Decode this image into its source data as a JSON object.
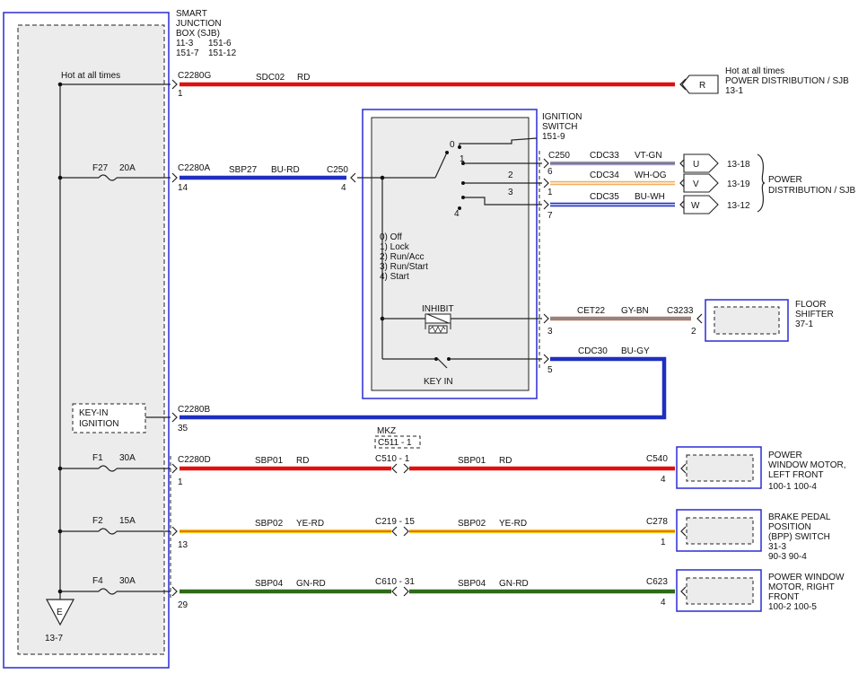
{
  "sjb": {
    "title_lines": [
      "SMART",
      "JUNCTION",
      "BOX (SJB)"
    ],
    "refs": [
      "11-3",
      "151-6",
      "151-7",
      "151-12"
    ],
    "hot_label": "Hot at all times",
    "ground_letter": "E",
    "ground_ref": "13-7"
  },
  "top_circuit": {
    "connector": "C2280G",
    "pin": "1",
    "circuit": "SDC02",
    "color_code": "RD",
    "dest_letter": "R",
    "dest_lines": [
      "Hot at all times",
      "POWER DISTRIBUTION / SJB",
      "13-1"
    ]
  },
  "fuses": [
    {
      "name": "F27",
      "amps": "20A"
    },
    {
      "name": "F1",
      "amps": "30A"
    },
    {
      "name": "F2",
      "amps": "15A"
    },
    {
      "name": "F4",
      "amps": "30A"
    }
  ],
  "ign_feed": {
    "connector": "C2280A",
    "pin": "14",
    "circuit": "SBP27",
    "color_code": "BU-RD",
    "ign_conn": "C250",
    "ign_pin": "4"
  },
  "ignition": {
    "title_lines": [
      "IGNITION",
      "SWITCH",
      "151-9"
    ],
    "positions": [
      "0",
      "1",
      "2",
      "3",
      "4"
    ],
    "legend": [
      "0) Off",
      "1) Lock",
      "2) Run/Acc",
      "3) Run/Start",
      "4) Start"
    ],
    "inhibit": "INHIBIT",
    "keyin": "KEY IN",
    "out_conn": "C250"
  },
  "outputs": [
    {
      "pin": "6",
      "circuit": "CDC33",
      "color_code": "VT-GN",
      "letter": "U",
      "ref": "13-18"
    },
    {
      "pin": "1",
      "circuit": "CDC34",
      "color_code": "WH-OG",
      "letter": "V",
      "ref": "13-19"
    },
    {
      "pin": "7",
      "circuit": "CDC35",
      "color_code": "BU-WH",
      "letter": "W",
      "ref": "13-12"
    }
  ],
  "outputs_dest": [
    "POWER",
    "DISTRIBUTION / SJB"
  ],
  "shifter": {
    "pin": "3",
    "circuit": "CET22",
    "color_code": "GY-BN",
    "conn": "C3233",
    "conn_pin": "2",
    "lines": [
      "FLOOR",
      "SHIFTER",
      "37-1"
    ]
  },
  "keyin_circuit": {
    "pin": "5",
    "circuit": "CDC30",
    "color_code": "BU-GY",
    "sjb_connector": "C2280B",
    "sjb_pin": "35",
    "label_lines": [
      "KEY-IN",
      "IGNITION"
    ]
  },
  "mkz": {
    "label": "MKZ",
    "conn": "C511 - 1"
  },
  "loads": [
    {
      "sjb_conn": "C2280D",
      "sjb_pin": "1",
      "circuit": "SBP01",
      "color_code": "RD",
      "inline": "C510 - 1",
      "dev_conn": "C540",
      "dev_pin": "4",
      "lines": [
        "POWER",
        "WINDOW MOTOR,",
        "LEFT FRONT",
        "100-1    100-4"
      ]
    },
    {
      "sjb_conn": "",
      "sjb_pin": "13",
      "circuit": "SBP02",
      "color_code": "YE-RD",
      "inline": "C219 - 15",
      "dev_conn": "C278",
      "dev_pin": "1",
      "lines": [
        "BRAKE PEDAL",
        "POSITION",
        "(BPP) SWITCH",
        "31-3",
        "90-3    90-4"
      ]
    },
    {
      "sjb_conn": "",
      "sjb_pin": "29",
      "circuit": "SBP04",
      "color_code": "GN-RD",
      "inline": "C610 - 31",
      "dev_conn": "C623",
      "dev_pin": "4",
      "lines": [
        "POWER WINDOW",
        "MOTOR, RIGHT",
        "FRONT",
        "100-2    100-5"
      ]
    }
  ],
  "colors": {
    "frame": "#2b2bd6",
    "red": "#e01010",
    "blue": "#1f2fc0",
    "yellow": "#f2d21a",
    "green": "#2f6a18",
    "panel": "#efefef",
    "violet": "#b49ad8",
    "orange": "#f0b060",
    "graybrown": "#b07a6a"
  }
}
